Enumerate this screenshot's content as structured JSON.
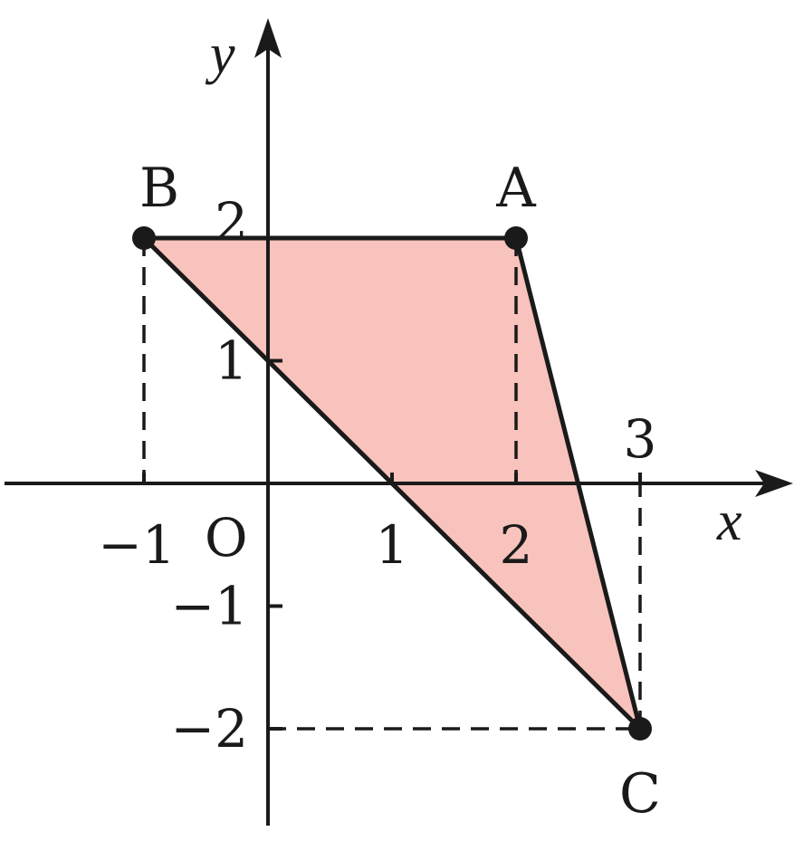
{
  "axes": {
    "x_label": "x",
    "y_label": "y",
    "origin_label": "O",
    "x_ticks": [
      {
        "value": -1,
        "label": "−1"
      },
      {
        "value": 1,
        "label": "1"
      },
      {
        "value": 2,
        "label": "2"
      },
      {
        "value": 3,
        "label": "3"
      }
    ],
    "y_ticks": [
      {
        "value": 2,
        "label": "2"
      },
      {
        "value": 1,
        "label": "1"
      },
      {
        "value": -1,
        "label": "−1"
      },
      {
        "value": -2,
        "label": "−2"
      }
    ]
  },
  "points": [
    {
      "name": "A",
      "x": 2,
      "y": 2
    },
    {
      "name": "B",
      "x": -1,
      "y": 2
    },
    {
      "name": "C",
      "x": 3,
      "y": -2
    }
  ],
  "colors": {
    "fill": "#f8c3bc",
    "stroke": "#1a1a1a"
  }
}
